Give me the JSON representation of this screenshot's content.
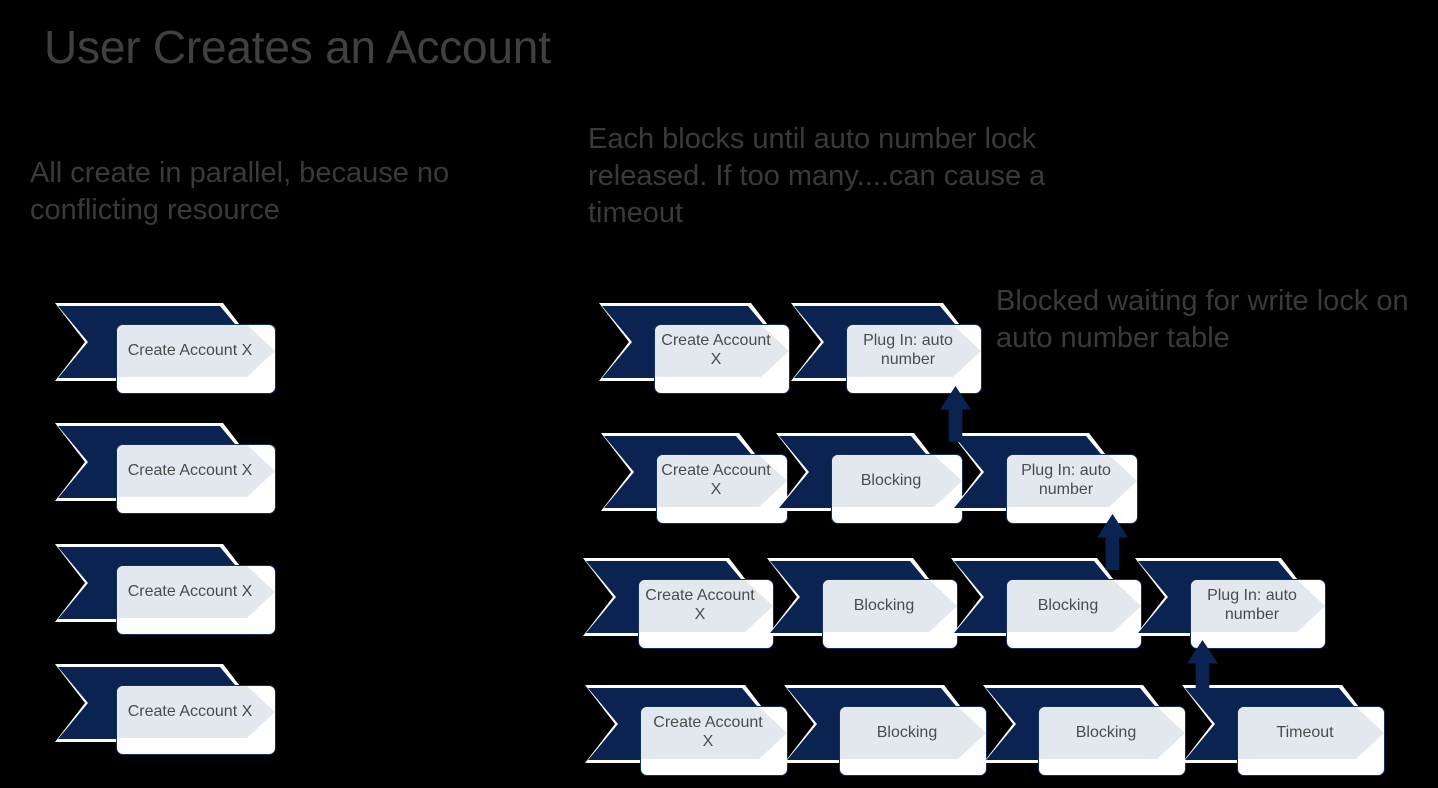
{
  "slide": {
    "title": "User Creates an Account",
    "background_color": "#000000",
    "accent_navy": "#0b2350",
    "card_band_color": "#e3e7ee",
    "text_color": "#3a3a3a"
  },
  "notes": {
    "left": "All create in parallel, because no conflicting resource",
    "middle": "Each blocks until auto number lock released. If too many....can cause a timeout",
    "right": "Blocked waiting for write lock on auto number table"
  },
  "left_column": {
    "label": "Create Account X",
    "rows": [
      {
        "steps": [
          {
            "label": "Create Account X"
          }
        ]
      },
      {
        "steps": [
          {
            "label": "Create Account X"
          }
        ]
      },
      {
        "steps": [
          {
            "label": "Create Account X"
          }
        ]
      },
      {
        "steps": [
          {
            "label": "Create Account X"
          }
        ]
      }
    ]
  },
  "right_column": {
    "rows": [
      {
        "steps": [
          {
            "label": "Create Account\nX"
          },
          {
            "label": "Plug In: auto\nnumber"
          }
        ]
      },
      {
        "steps": [
          {
            "label": "Create Account\nX"
          },
          {
            "label": "Blocking"
          },
          {
            "label": "Plug In: auto\nnumber"
          }
        ]
      },
      {
        "steps": [
          {
            "label": "Create Account\nX"
          },
          {
            "label": "Blocking"
          },
          {
            "label": "Blocking"
          },
          {
            "label": "Plug In: auto\nnumber"
          }
        ]
      },
      {
        "steps": [
          {
            "label": "Create Account\nX"
          },
          {
            "label": "Blocking"
          },
          {
            "label": "Blocking"
          },
          {
            "label": "Timeout"
          }
        ]
      }
    ],
    "arrows": [
      {
        "name": "arrow-row2-to-row1"
      },
      {
        "name": "arrow-row3-to-row2"
      },
      {
        "name": "arrow-row4-to-row3"
      }
    ]
  }
}
